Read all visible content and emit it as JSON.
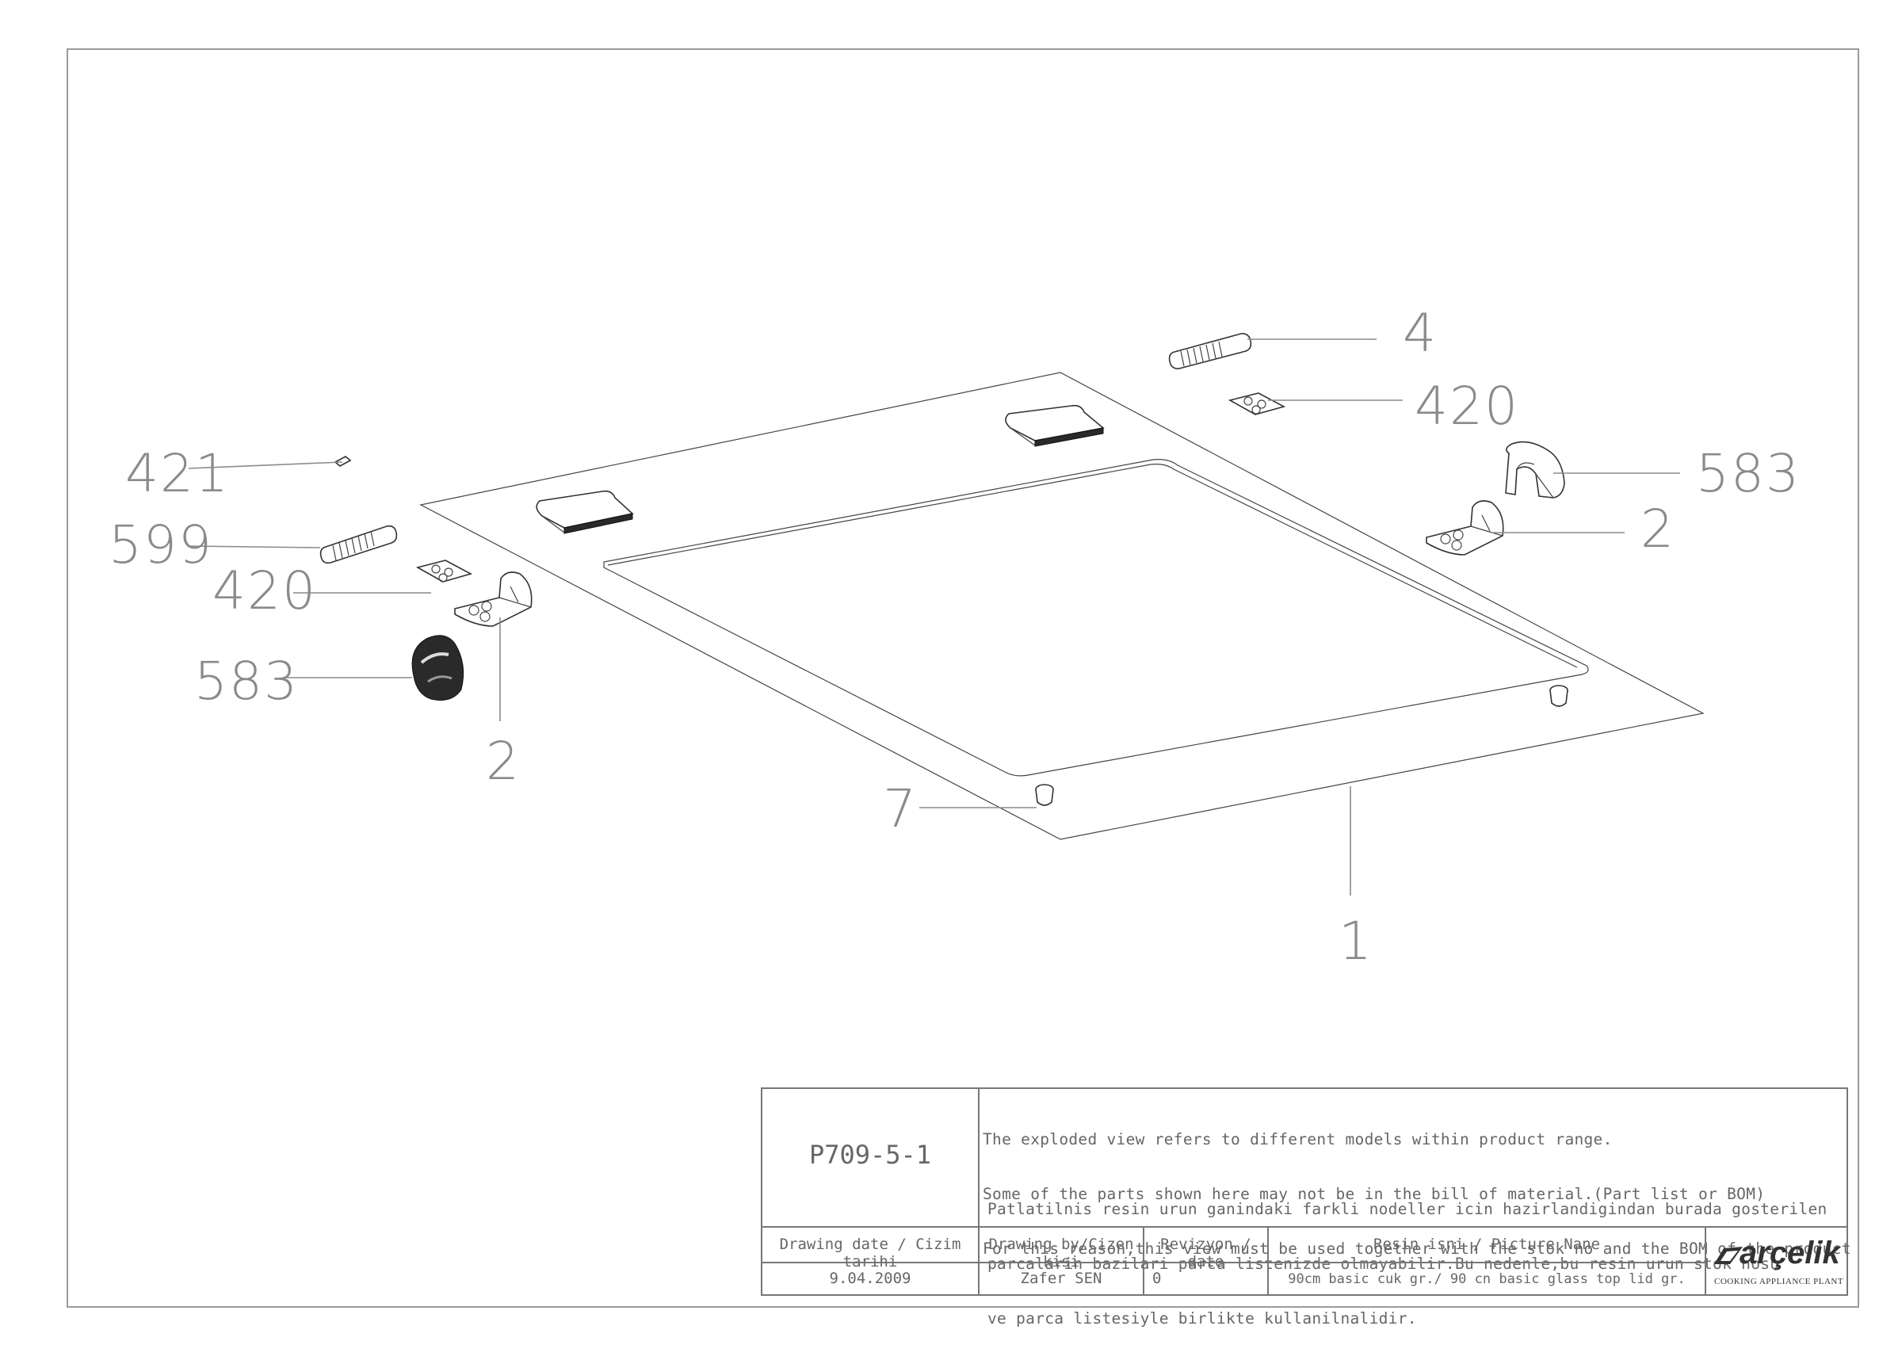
{
  "callouts": {
    "c4": "4",
    "c420_right": "420",
    "c583_right": "583",
    "c2_right": "2",
    "c421": "421",
    "c599": "599",
    "c420_left": "420",
    "c583_left": "583",
    "c2_left": "2",
    "c7": "7",
    "c1": "1"
  },
  "title_block": {
    "drawing_code": "P709-5-1",
    "notes_en_1": "The exploded view refers to different models within product range.",
    "notes_en_2": "Some of the parts shown here may not be in the bill of material.(Part list or BOM)",
    "notes_en_3": "For this reason,this view must be used together with the stok no and the BOM of the product",
    "notes_tr_1": "Patlatilnis resin urun ganindaki farkli nodeller icin hazirlandigindan burada gosterilen",
    "notes_tr_2": "parcalarin bazilari parca listenizde olmayabilir.Bu nedenle,bu resin urun stok nosu",
    "notes_tr_3": "ve parca listesiyle birlikte kullanilnalidir.",
    "drawing_date_label": "Drawing date / Cizim tarihi",
    "drawing_date_value": "9.04.2009",
    "drawn_by_label": "Drawing by/Cizen kisi",
    "drawn_by_value": "Zafer SEN",
    "revision_label": "Revizyon / date",
    "revision_value": "0",
    "picture_name_label": "Resin isni / Picture Nane",
    "picture_name_value": "90cm basic cuk gr./ 90 cn basic glass top lid gr.",
    "brand": "arçelik",
    "plant": "COOKING APPLIANCE PLANT"
  }
}
